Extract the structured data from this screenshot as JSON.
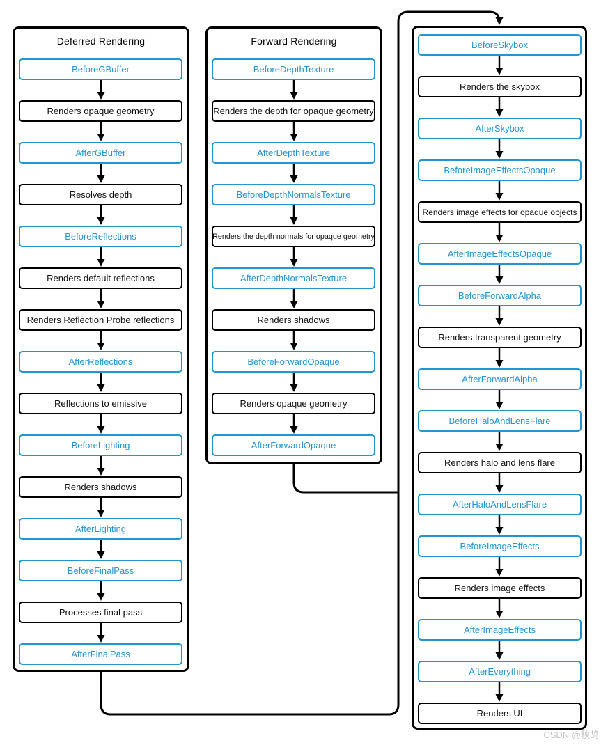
{
  "diagram": {
    "watermark": "CSDN @秧鸪",
    "colors": {
      "event_accent": "#2196d3",
      "action_stroke": "#000000",
      "background": "#ffffff"
    },
    "columns": [
      {
        "title": "Deferred Rendering",
        "nodes": [
          {
            "type": "event",
            "label": "BeforeGBuffer"
          },
          {
            "type": "action",
            "label": "Renders opaque geometry"
          },
          {
            "type": "event",
            "label": "AfterGBuffer"
          },
          {
            "type": "action",
            "label": "Resolves depth"
          },
          {
            "type": "event",
            "label": "BeforeReflections"
          },
          {
            "type": "action",
            "label": "Renders default reflections"
          },
          {
            "type": "action",
            "label": "Renders Reflection Probe reflections"
          },
          {
            "type": "event",
            "label": "AfterReflections"
          },
          {
            "type": "action",
            "label": "Reflections to emissive"
          },
          {
            "type": "event",
            "label": "BeforeLighting"
          },
          {
            "type": "action",
            "label": "Renders shadows"
          },
          {
            "type": "event",
            "label": "AfterLighting"
          },
          {
            "type": "event",
            "label": "BeforeFinalPass"
          },
          {
            "type": "action",
            "label": "Processes final pass"
          },
          {
            "type": "event",
            "label": "AfterFinalPass"
          }
        ]
      },
      {
        "title": "Forward Rendering",
        "nodes": [
          {
            "type": "event",
            "label": "BeforeDepthTexture"
          },
          {
            "type": "action",
            "label": "Renders the depth for opaque geometry"
          },
          {
            "type": "event",
            "label": "AfterDepthTexture"
          },
          {
            "type": "event",
            "label": "BeforeDepthNormalsTexture"
          },
          {
            "type": "action",
            "label": "Renders the depth normals for opaque geometry"
          },
          {
            "type": "event",
            "label": "AfterDepthNormalsTexture"
          },
          {
            "type": "action",
            "label": "Renders shadows"
          },
          {
            "type": "event",
            "label": "BeforeForwardOpaque"
          },
          {
            "type": "action",
            "label": "Renders opaque geometry"
          },
          {
            "type": "event",
            "label": "AfterForwardOpaque"
          }
        ]
      },
      {
        "title": "",
        "nodes": [
          {
            "type": "event",
            "label": "BeforeSkybox"
          },
          {
            "type": "action",
            "label": "Renders the skybox"
          },
          {
            "type": "event",
            "label": "AfterSkybox"
          },
          {
            "type": "event",
            "label": "BeforeImageEffectsOpaque"
          },
          {
            "type": "action",
            "label": "Renders image effects for opaque objects"
          },
          {
            "type": "event",
            "label": "AfterImageEffectsOpaque"
          },
          {
            "type": "event",
            "label": "BeforeForwardAlpha"
          },
          {
            "type": "action",
            "label": "Renders transparent geometry"
          },
          {
            "type": "event",
            "label": "AfterForwardAlpha"
          },
          {
            "type": "event",
            "label": "BeforeHaloAndLensFlare"
          },
          {
            "type": "action",
            "label": "Renders halo and lens flare"
          },
          {
            "type": "event",
            "label": "AfterHaloAndLensFlare"
          },
          {
            "type": "event",
            "label": "BeforeImageEffects"
          },
          {
            "type": "action",
            "label": "Renders image effects"
          },
          {
            "type": "event",
            "label": "AfterImageEffects"
          },
          {
            "type": "event",
            "label": "AfterEverything"
          },
          {
            "type": "action",
            "label": "Renders UI"
          }
        ]
      }
    ]
  }
}
